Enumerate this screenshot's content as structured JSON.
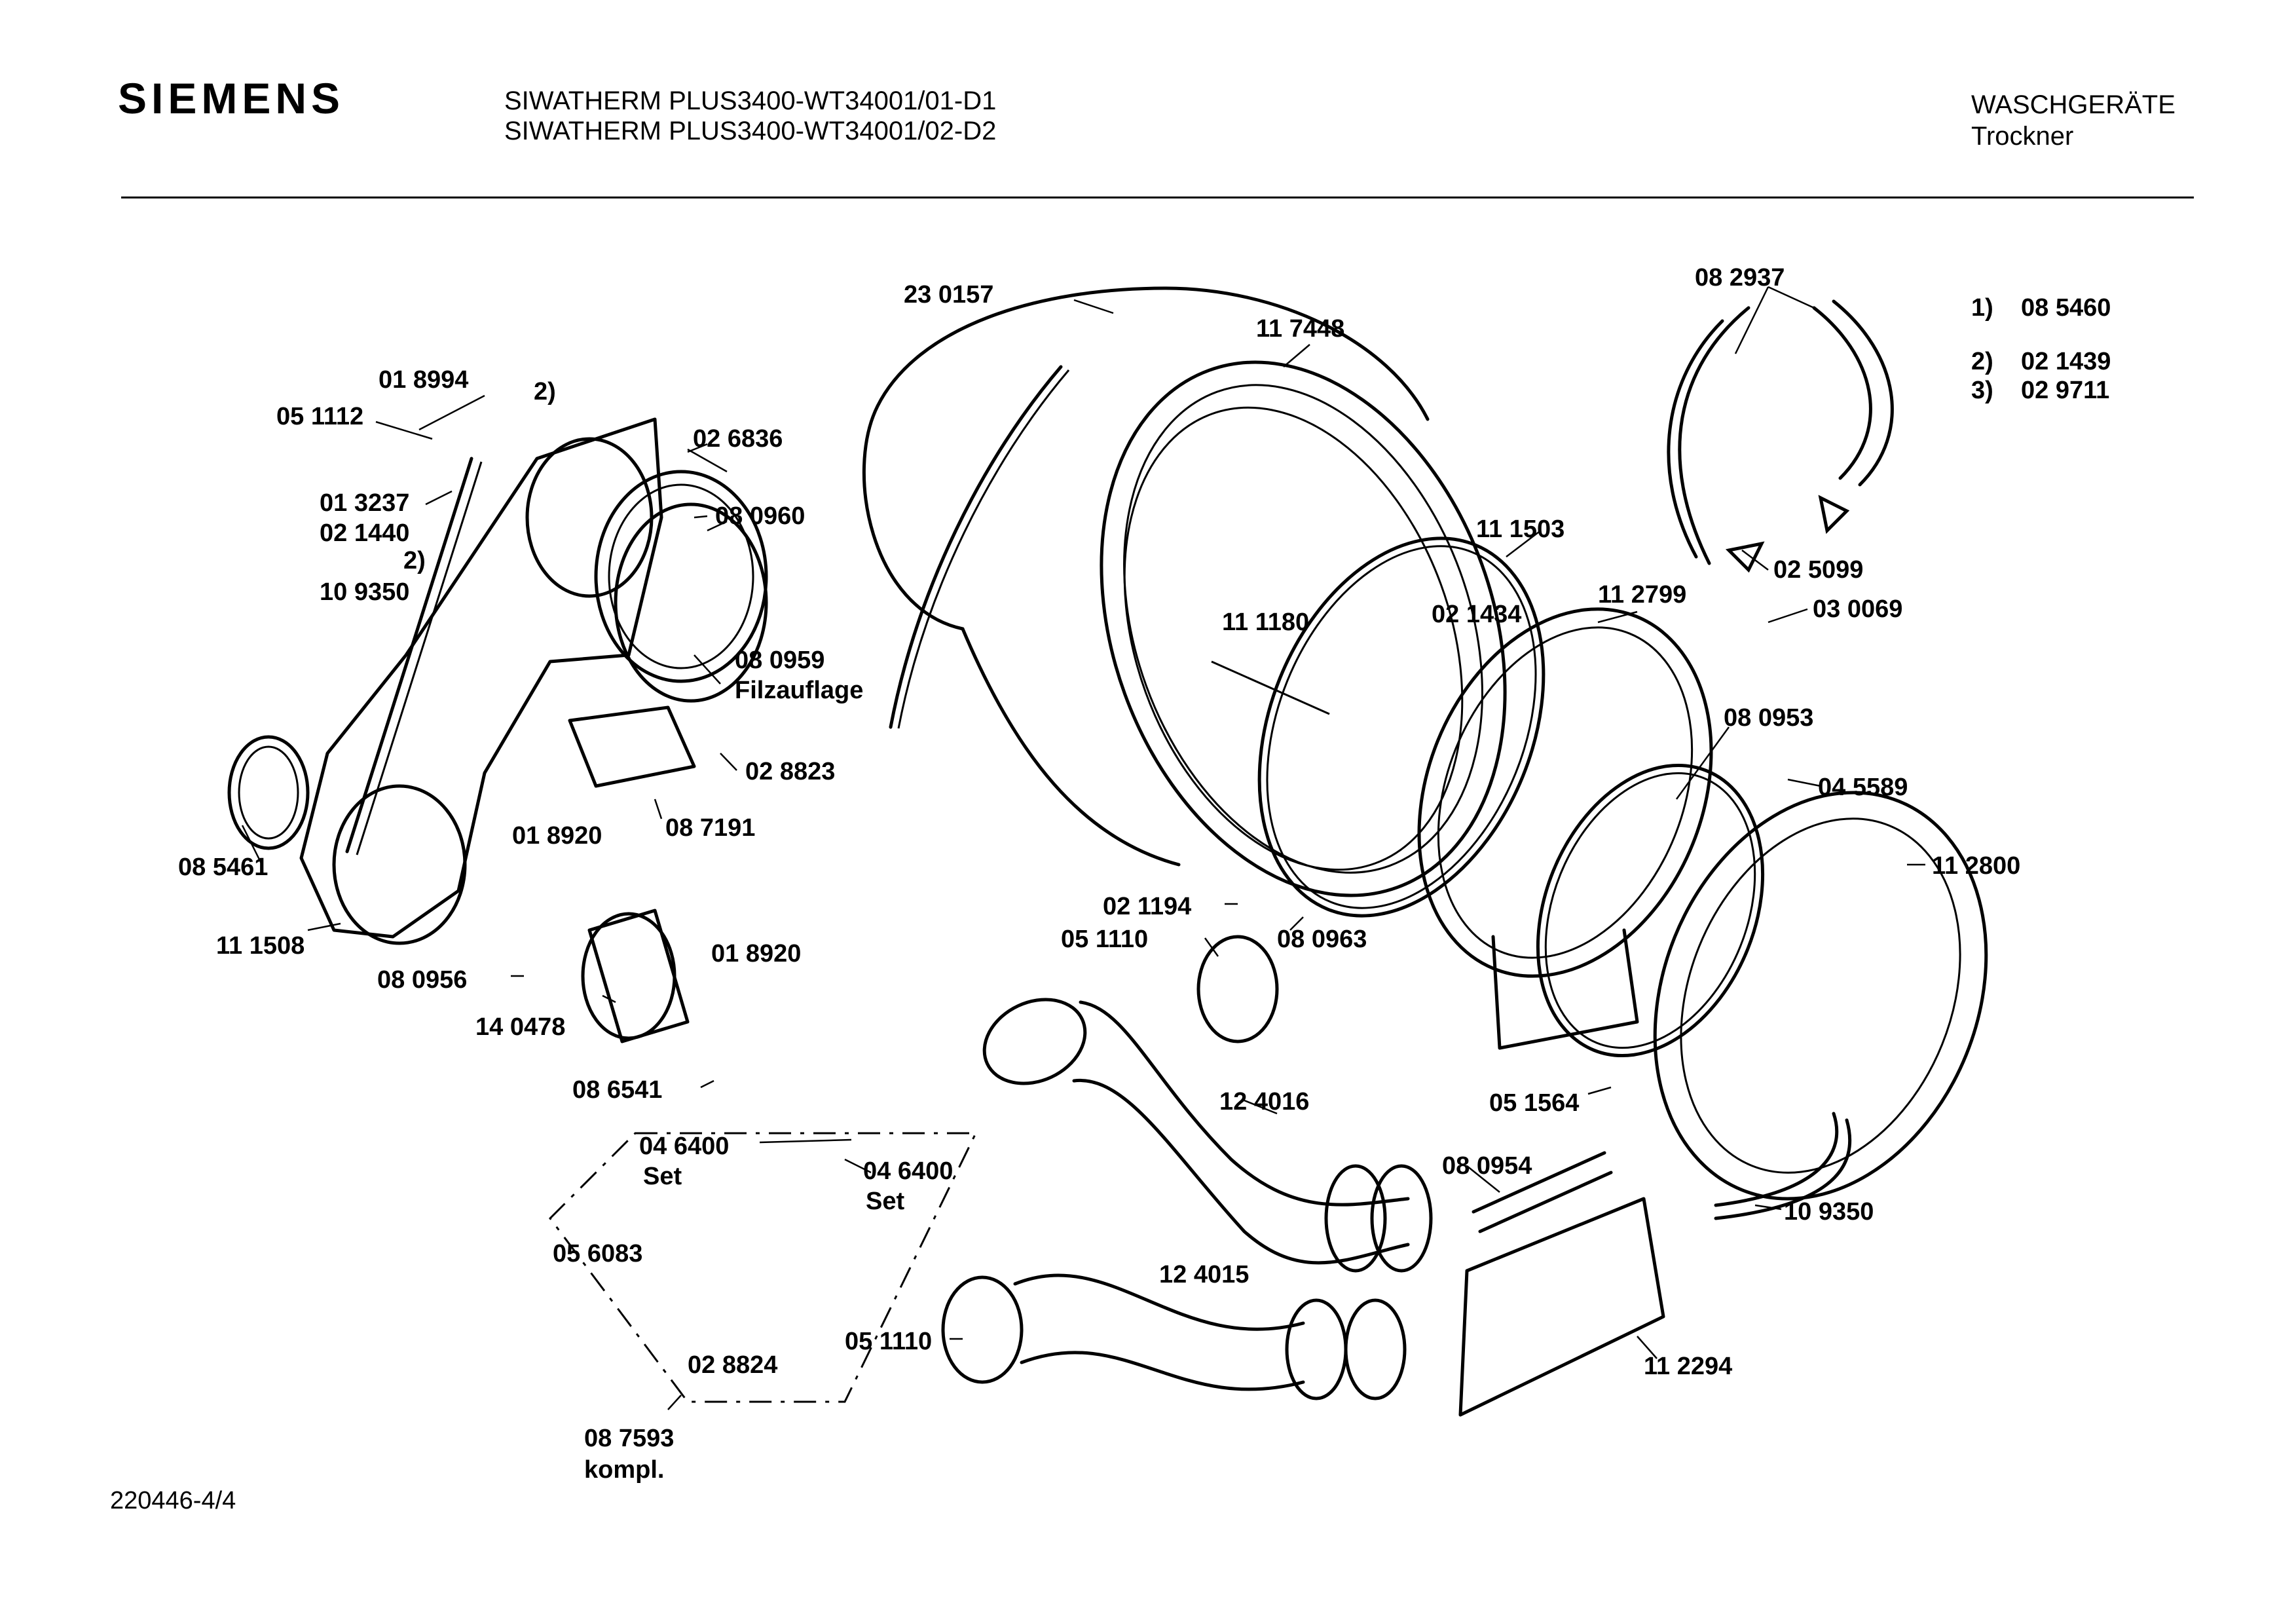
{
  "header": {
    "brand": "SIEMENS",
    "model_lines": [
      "SIWATHERM PLUS3400-WT34001/01-D1",
      "SIWATHERM PLUS3400-WT34001/02-D2"
    ],
    "category": "WASCHGERÄTE",
    "subcategory": "Trockner"
  },
  "footnotes": [
    {
      "mark": "1)",
      "part": "08 5460"
    },
    {
      "mark": "2)",
      "part": "02 1439"
    },
    {
      "mark": "3)",
      "part": "02 9711"
    }
  ],
  "part_labels": [
    "23 0157",
    "11 7448",
    "08 2937",
    "01 8994",
    "2)",
    "05 1112",
    "02 6836",
    "01 3237",
    "02 1440",
    "2)",
    "10 9350",
    "08 0960",
    "11 1503",
    "02 5099",
    "11 1180",
    "02 1434",
    "11 2799",
    "03 0069",
    "08 0959",
    "Filzauflage",
    "02 8823",
    "08 0953",
    "08 7191",
    "04 5589",
    "01 8920",
    "08 5461",
    "11 2800",
    "11 1508",
    "02 1194",
    "05 1110",
    "08 0963",
    "01 8920",
    "08 0956",
    "14 0478",
    "08 6541",
    "05 1564",
    "12 4016",
    "04 6400",
    "Set",
    "04 6400",
    "Set",
    "08 0954",
    "10 9350",
    "05 6083",
    "12 4015",
    "05 1110",
    "11 2294",
    "02 8824",
    "08 7593",
    "kompl."
  ],
  "diagram_id": "220446-4/4"
}
